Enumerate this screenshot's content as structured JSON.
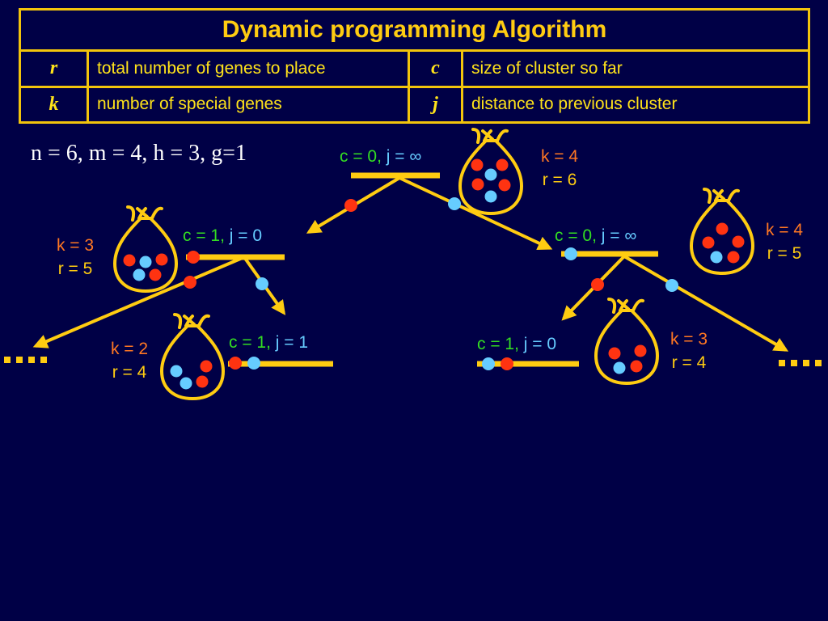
{
  "table": {
    "title": "Dynamic programming Algorithm",
    "rows": [
      {
        "sym1": "r",
        "desc1": "total number of genes to place",
        "sym2": "c",
        "desc2": "size of cluster so far"
      },
      {
        "sym1": "k",
        "desc1": "number of special genes",
        "sym2": "j",
        "desc2": "distance to previous cluster"
      }
    ]
  },
  "params": "n = 6, m = 4, h = 3, g=1",
  "nodes": [
    {
      "c": "c = 0,",
      "j": "j = ∞",
      "k": "k = 4",
      "r": "r = 6"
    },
    {
      "c": "c = 1,",
      "j": "j = 0",
      "k": "k = 3",
      "r": "r = 5"
    },
    {
      "c": "c = 0,",
      "j": "j = ∞",
      "k": "k = 4",
      "r": "r = 5"
    },
    {
      "c": "c = 1,",
      "j": "j = 1",
      "k": "k = 2",
      "r": "r = 4"
    },
    {
      "c": "c = 1,",
      "j": "j = 0",
      "k": "k = 3",
      "r": "r = 4"
    }
  ],
  "ellipsis": "....",
  "colors": {
    "background": "#000046",
    "yellow": "#ffcc11",
    "red_gene": "#ff3311",
    "blue_gene": "#66ccff",
    "c_label": "#33dd22",
    "k_label": "#ff7722"
  }
}
